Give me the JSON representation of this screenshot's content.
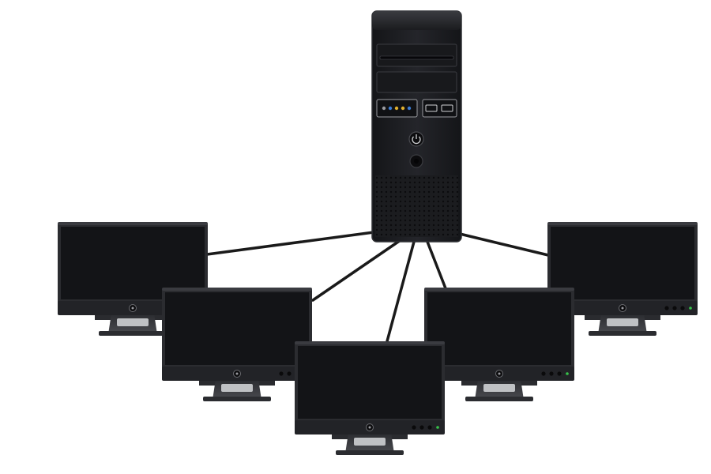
{
  "diagram": {
    "type": "network-topology",
    "hub": {
      "name": "tower-server",
      "icons": [
        "power-button-icon",
        "headphone-jack-icon",
        "usb-port-icon",
        "status-led-icon"
      ]
    },
    "nodes": [
      {
        "name": "monitor-far-left"
      },
      {
        "name": "monitor-left"
      },
      {
        "name": "monitor-center"
      },
      {
        "name": "monitor-right"
      },
      {
        "name": "monitor-far-right"
      }
    ],
    "links": [
      {
        "from": "tower-server",
        "to": "monitor-far-left"
      },
      {
        "from": "tower-server",
        "to": "monitor-left"
      },
      {
        "from": "tower-server",
        "to": "monitor-center"
      },
      {
        "from": "tower-server",
        "to": "monitor-right"
      },
      {
        "from": "tower-server",
        "to": "monitor-far-right"
      }
    ],
    "colors": {
      "background": "#ffffff",
      "case": "#1b1c1f",
      "case_edge": "#2f3034",
      "screen": "#131417",
      "bezel": "#2b2c30",
      "stand": "#3b3c40",
      "stand_highlight": "#bfc1c4",
      "cable": "#1a1a1a",
      "power_led": "#37c24a",
      "port_blue": "#3a7bd5",
      "port_yellow": "#e0b030"
    }
  }
}
